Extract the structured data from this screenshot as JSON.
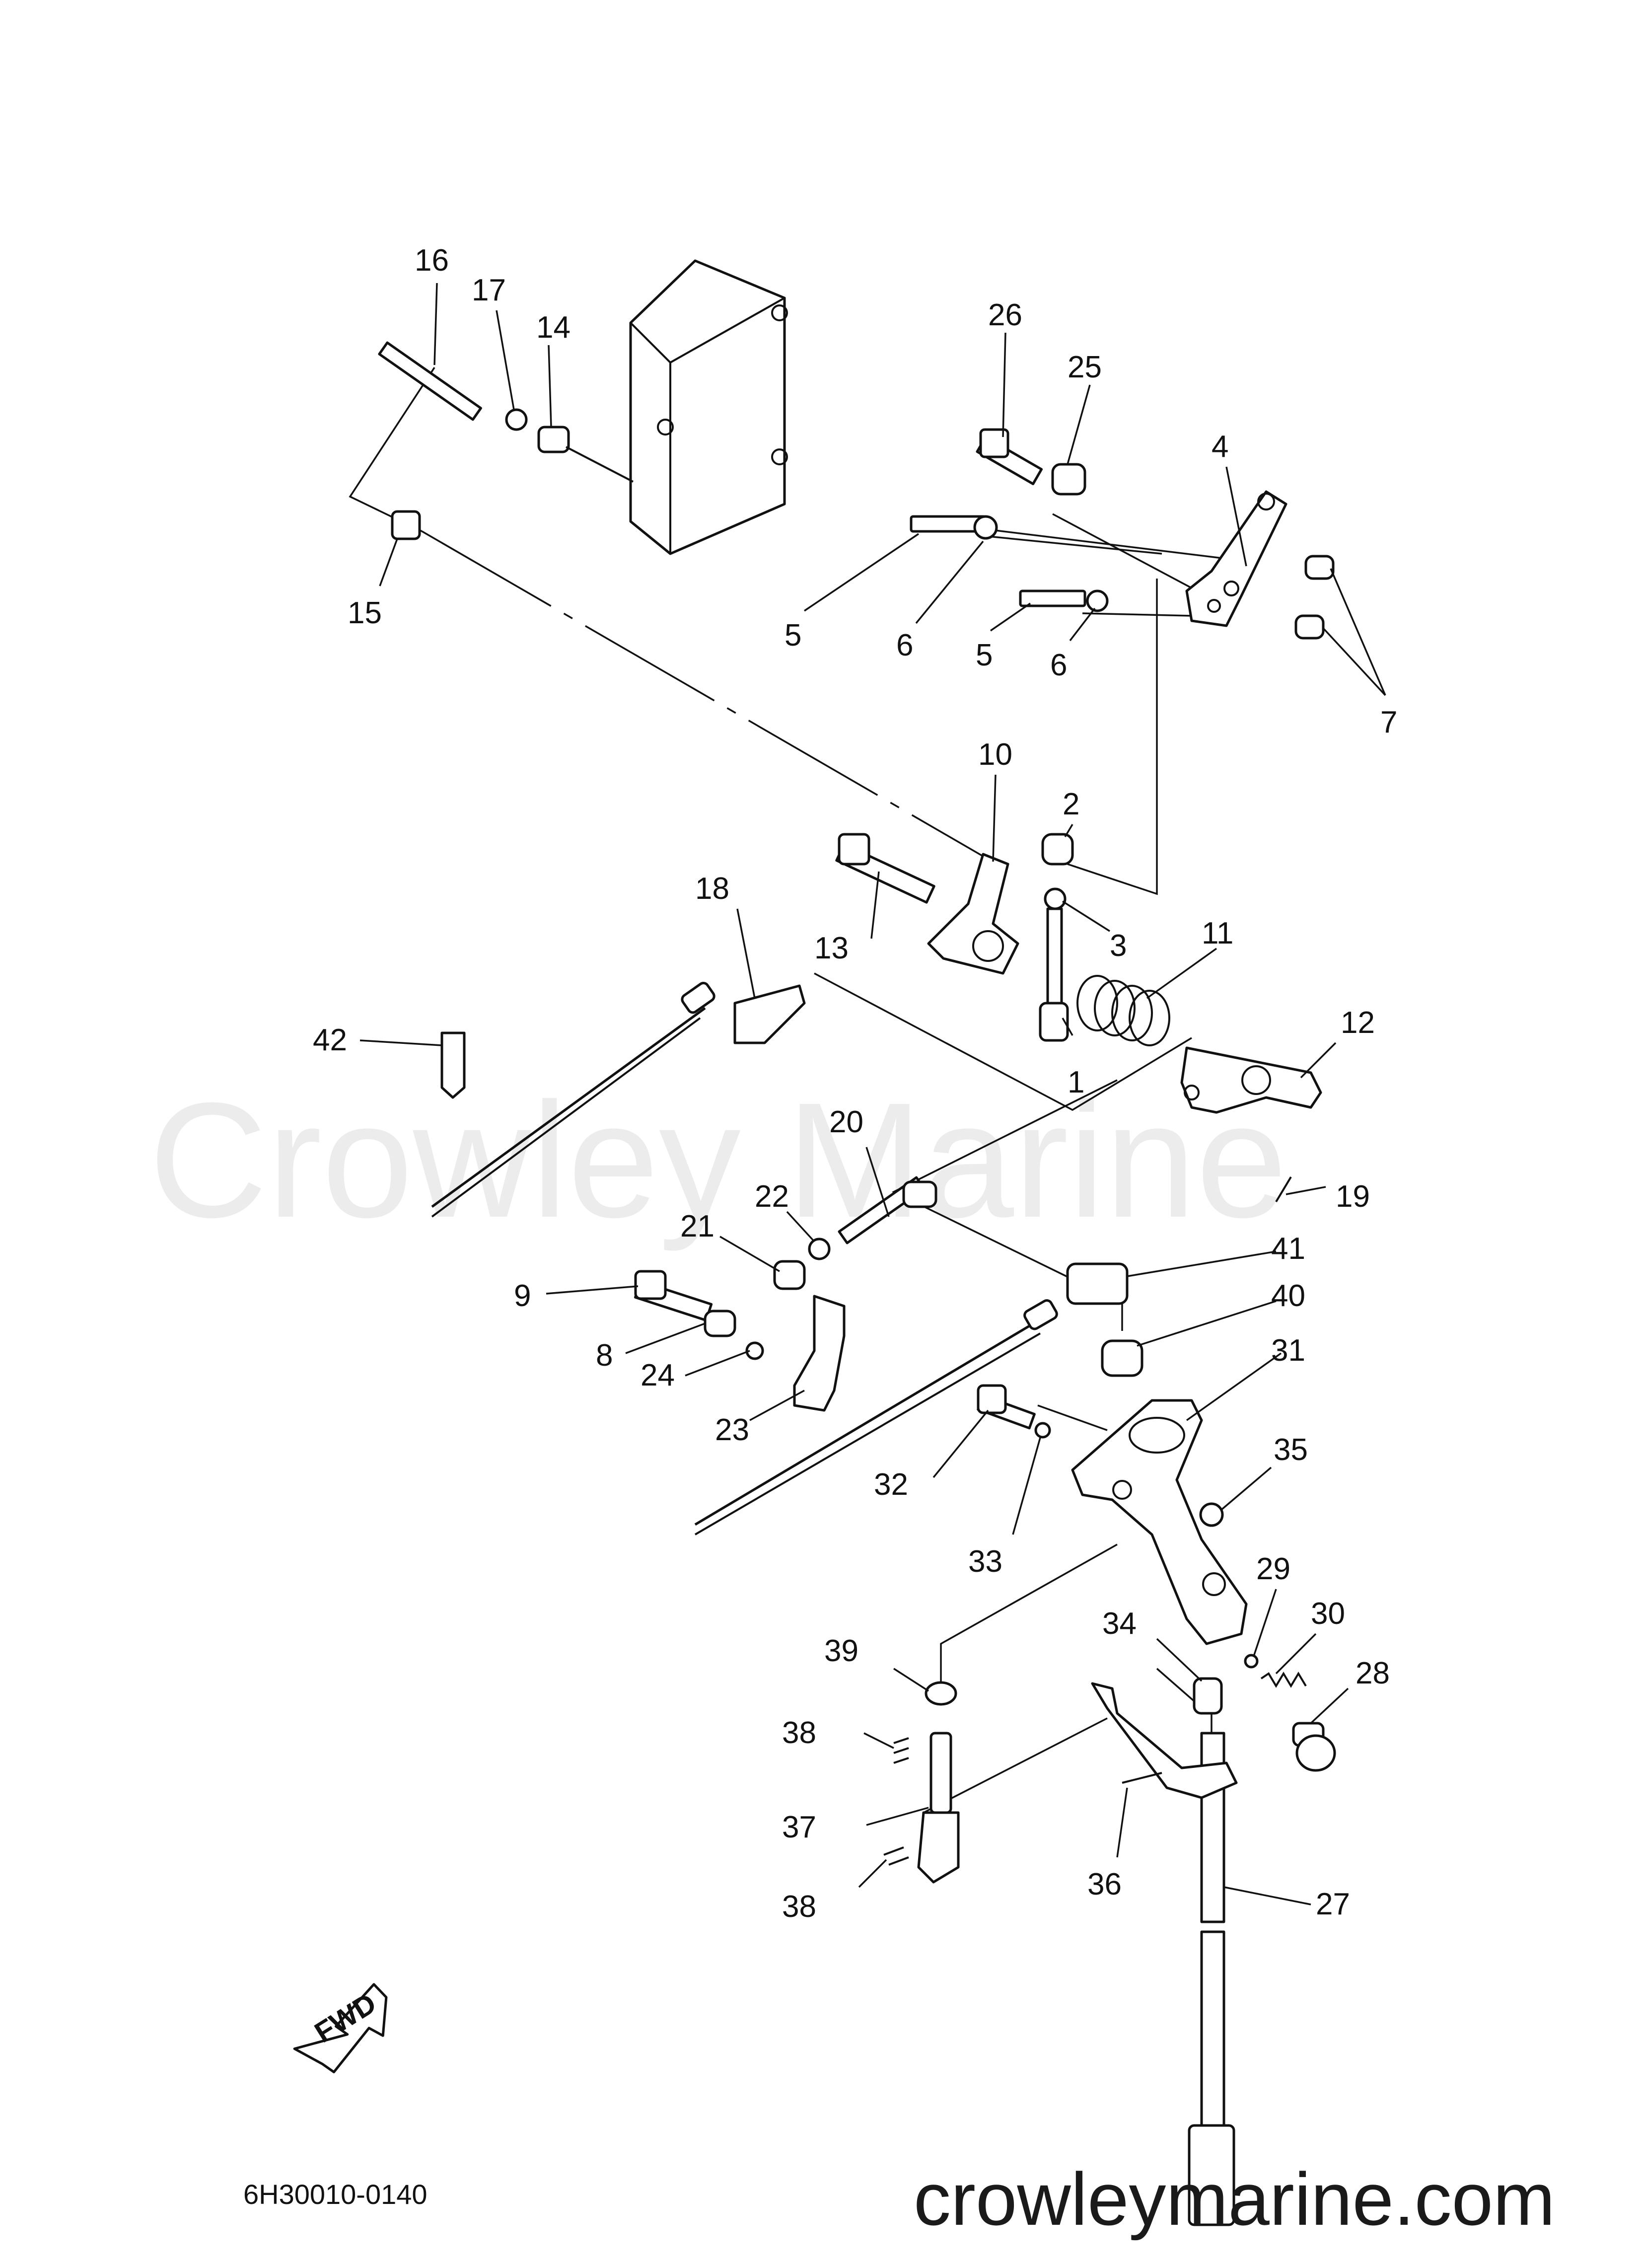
{
  "watermark": "Crowley Marine",
  "website": "crowleymarine.com",
  "diagram_code": "6H30010-0140",
  "fwd_label": "FWD",
  "callouts": [
    "1",
    "2",
    "3",
    "4",
    "5",
    "5",
    "6",
    "6",
    "7",
    "8",
    "9",
    "10",
    "11",
    "12",
    "13",
    "14",
    "15",
    "16",
    "17",
    "18",
    "19",
    "20",
    "21",
    "22",
    "23",
    "24",
    "25",
    "26",
    "27",
    "28",
    "29",
    "30",
    "31",
    "32",
    "33",
    "34",
    "35",
    "36",
    "37",
    "38",
    "38",
    "39",
    "40",
    "41",
    "42"
  ]
}
